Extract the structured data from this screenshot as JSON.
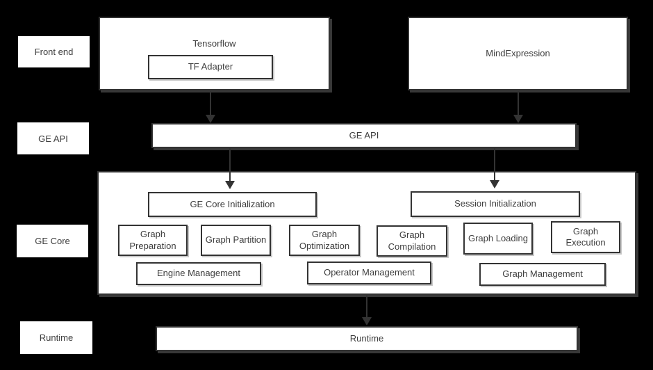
{
  "colors": {
    "background": "#000000",
    "box_fill": "#ffffff",
    "box_border": "#333333",
    "text": "#3d3d3d",
    "arrow": "#333333"
  },
  "side_labels": {
    "front_end": "Front end",
    "ge_api": "GE API",
    "ge_core": "GE Core",
    "runtime": "Runtime"
  },
  "front_end": {
    "tensorflow_label": "Tensorflow",
    "tf_adapter_label": "TF Adapter",
    "mindexpression_label": "MindExpression"
  },
  "ge_api_bar_label": "GE API",
  "ge_core": {
    "init": [
      "GE Core Initialization",
      "Session Initialization"
    ],
    "stages": [
      "Graph Preparation",
      "Graph Partition",
      "Graph Optimization",
      "Graph Compilation",
      "Graph Loading",
      "Graph Execution"
    ],
    "management": [
      "Engine Management",
      "Operator Management",
      "Graph Management"
    ]
  },
  "runtime_bar_label": "Runtime"
}
